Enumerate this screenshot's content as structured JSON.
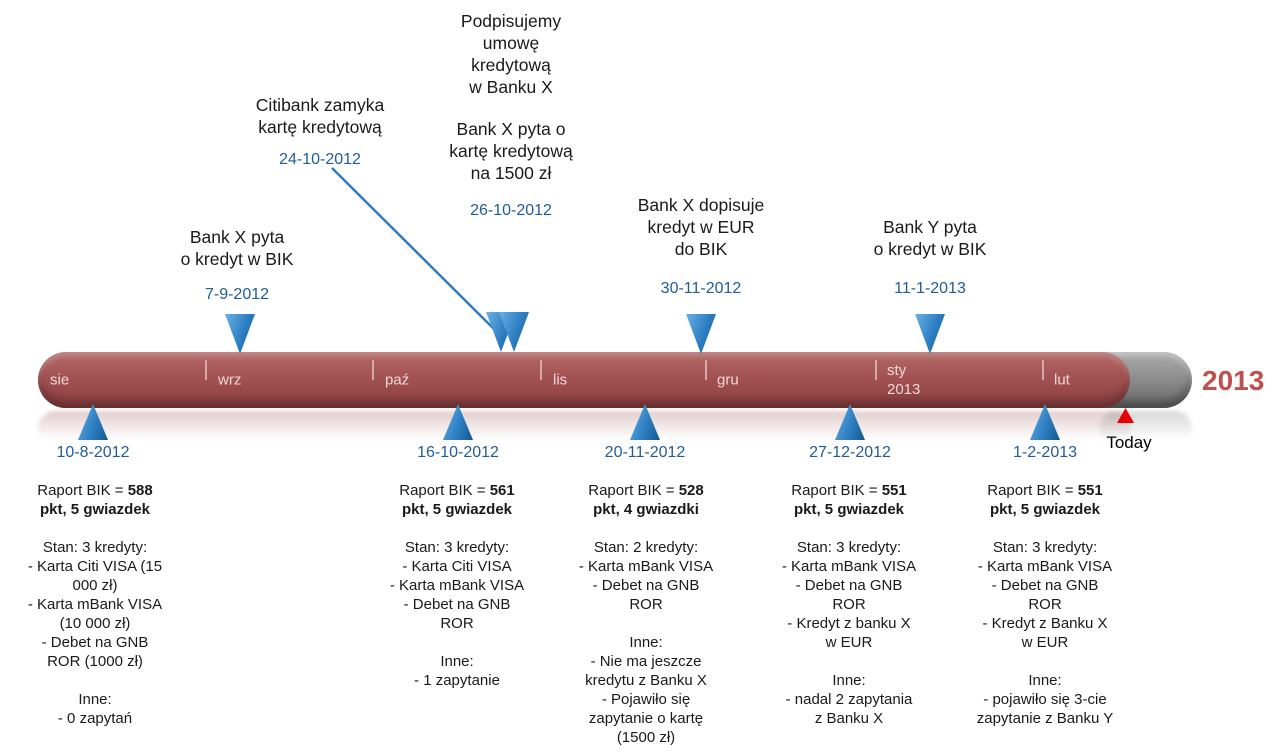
{
  "timeline": {
    "year_label": "2013",
    "today_label": "Today",
    "months": [
      "sie",
      "wrz",
      "paź",
      "lis",
      "gru",
      "sty\n2013",
      "lut"
    ]
  },
  "top_events": [
    {
      "text": "Bank X pyta\no kredyt w BIK",
      "date": "7-9-2012"
    },
    {
      "text": "Citibank zamyka\nkartę kredytową",
      "date": "24-10-2012"
    },
    {
      "text": "Podpisujemy\numowę\nkredytową\nw Banku X",
      "text2": "Bank X pyta o\nkartę kredytową\nna 1500 zł",
      "date": "26-10-2012"
    },
    {
      "text": "Bank X dopisuje\nkredyt w EUR\ndo BIK",
      "date": "30-11-2012"
    },
    {
      "text": "Bank Y pyta\no kredyt w BIK",
      "date": "11-1-2013"
    }
  ],
  "reports": [
    {
      "date": "10-8-2012",
      "score_prefix": "Raport BIK = ",
      "score": "588",
      "stars": "pkt, 5 gwiazdek",
      "details": "Stan: 3 kredyty:\n- Karta Citi VISA (15\n000 zł)\n- Karta mBank VISA\n(10 000 zł)\n- Debet na GNB\nROR (1000 zł)\n\nInne:\n- 0 zapytań"
    },
    {
      "date": "16-10-2012",
      "score_prefix": "Raport BIK = ",
      "score": "561",
      "stars": "pkt, 5 gwiazdek",
      "details": "Stan: 3 kredyty:\n- Karta Citi VISA\n- Karta mBank VISA\n- Debet na GNB\nROR\n\nInne:\n- 1 zapytanie"
    },
    {
      "date": "20-11-2012",
      "score_prefix": "Raport BIK = ",
      "score": "528",
      "stars": "pkt, 4 gwiazdki",
      "details": "Stan: 2 kredyty:\n- Karta mBank VISA\n- Debet na GNB\nROR\n\nInne:\n- Nie ma jeszcze\nkredytu z Banku X\n- Pojawiło się\nzapytanie o kartę\n(1500 zł)"
    },
    {
      "date": "27-12-2012",
      "score_prefix": "Raport BIK = ",
      "score": "551",
      "stars": "pkt, 5 gwiazdek",
      "details": "Stan: 3 kredyty:\n- Karta mBank VISA\n- Debet na GNB\nROR\n- Kredyt z banku X\nw EUR\n\nInne:\n- nadal 2 zapytania\nz Banku X"
    },
    {
      "date": "1-2-2013",
      "score_prefix": "Raport BIK = ",
      "score": "551",
      "stars": "pkt, 5 gwiazdek",
      "details": "Stan: 3 kredyty:\n- Karta mBank VISA\n- Debet na GNB\nROR\n- Kredyt z Banku X\nw EUR\n\nInne:\n- pojawiło się 3-cie\nzapytanie z Banku Y"
    }
  ]
}
